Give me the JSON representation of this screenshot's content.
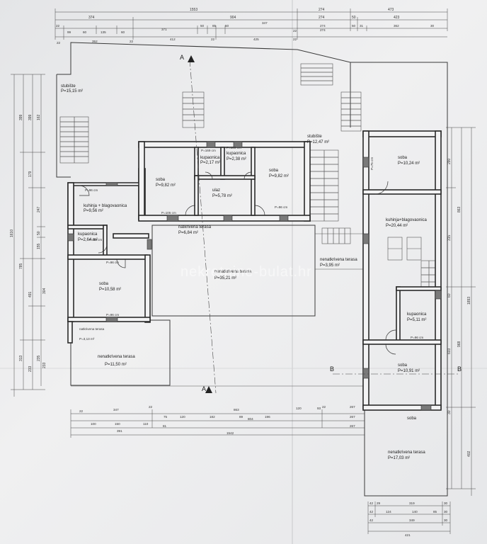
{
  "rooms": [
    {
      "name": "stubište",
      "area": "P=15,15 m²"
    },
    {
      "name": "kuhinja + blagovaonica",
      "area": "P=9,56 m²"
    },
    {
      "name": "kupaonica",
      "area": "P=2,64 m²"
    },
    {
      "name": "soba",
      "area": "P=10,58 m²"
    },
    {
      "name": "natkrivena terasa",
      "area": "P=3,13 m²"
    },
    {
      "name": "nenatkrivena terasa",
      "area": "P=11,50 m²"
    },
    {
      "name": "soba",
      "area": "P=9,82 m²"
    },
    {
      "name": "kupaonica",
      "area": "P=2,17 m²"
    },
    {
      "name": "kupaonica",
      "area": "P=2,38 m²"
    },
    {
      "name": "soba",
      "area": "P=9,82 m²"
    },
    {
      "name": "ulaz",
      "area": "P=5,78 m²"
    },
    {
      "name": "natkrivena terasa",
      "area": "P=6,84 m²"
    },
    {
      "name": "nenatkrivena terasa",
      "area": "P=35,21 m²"
    },
    {
      "name": "stubište",
      "area": "P=12,47 m²"
    },
    {
      "name": "nenatkrivena terasa",
      "area": "P=3,95 m²"
    },
    {
      "name": "soba",
      "area": "P=10,24 m²"
    },
    {
      "name": "kuhinja+blagovaonica",
      "area": "P=20,44 m²"
    },
    {
      "name": "kupaonica",
      "area": "P=5,11 m²"
    },
    {
      "name": "soba",
      "area": "P=10,91 m²"
    },
    {
      "name": "soba",
      "area": ""
    },
    {
      "name": "nenatkrivena terasa",
      "area": "P=17,03 m²"
    }
  ],
  "section_marks": [
    "A",
    "A",
    "B",
    "B"
  ],
  "watermark": "nekretnine-bulat.hr",
  "door_labels": [
    "P=96 cm",
    "P=96 cm",
    "P=96 cm",
    "P=96 cm",
    "P=105 cm",
    "P=96 cm",
    "P=169 cm",
    "P=169 cm",
    "P=75 cm",
    "P=96 cm"
  ],
  "top_dims": {
    "row1": [
      "1553",
      "274",
      "473"
    ],
    "row2": [
      "374",
      "904",
      "274",
      "50",
      "423"
    ],
    "row3": [
      "22",
      "99",
      "60",
      "135",
      "60",
      "371",
      "50",
      "85",
      "50",
      "347",
      "22",
      "274",
      "50",
      "31",
      "362",
      "30"
    ],
    "row4": [
      "22",
      "352",
      "22",
      "412",
      "22",
      "425",
      "22",
      "274"
    ]
  },
  "bottom_dims": {
    "row1": [
      "22",
      "347",
      "22",
      "863",
      "22",
      "267"
    ],
    "row2": [
      "100",
      "150",
      "110",
      "75",
      "120",
      "182",
      "89",
      "196",
      "120",
      "93",
      "267"
    ],
    "row3": [
      "391",
      "81",
      "804",
      "267"
    ],
    "row4": [
      "1542"
    ]
  },
  "right_bottom_dims": {
    "row1": [
      "42",
      "29",
      "319",
      "30"
    ],
    "row2": [
      "42",
      "124",
      "140",
      "85",
      "30"
    ],
    "row3": [
      "42",
      "349",
      "30"
    ],
    "row4": [
      "421"
    ]
  },
  "left_dims": {
    "col1": [
      "1610"
    ],
    "col2": [
      "399",
      "785",
      "313"
    ],
    "col3": [
      "399",
      "179",
      "491",
      "233"
    ],
    "col4": [
      "162",
      "247",
      "50",
      "155",
      "304",
      "235",
      "233"
    ]
  },
  "right_dims": {
    "col1": [
      "290",
      "315",
      "60",
      "603",
      "30"
    ],
    "col2": [
      "863",
      "968"
    ],
    "col3": [
      "1893",
      "402"
    ]
  }
}
